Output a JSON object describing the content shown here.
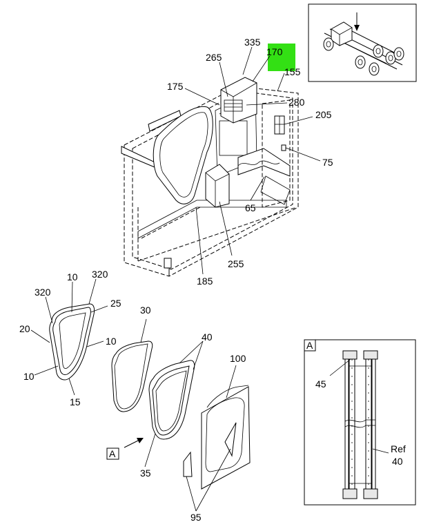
{
  "highlight": {
    "color": "#33e014"
  },
  "callouts": {
    "c335": "335",
    "c170": "170",
    "c265": "265",
    "c155": "155",
    "c175": "175",
    "c280": "280",
    "c205": "205",
    "c75": "75",
    "c65": "65",
    "c255": "255",
    "c185": "185",
    "c10a": "10",
    "c320a": "320",
    "c320b": "320",
    "c25": "25",
    "c20": "20",
    "c10b": "10",
    "c10c": "10",
    "c15": "15",
    "c30": "30",
    "c40": "40",
    "c100": "100",
    "c35": "35",
    "c95": "95",
    "c45": "45",
    "cRef": "Ref",
    "c40b": "40"
  },
  "detail_a": {
    "box_label": "A",
    "view_label": "A"
  }
}
